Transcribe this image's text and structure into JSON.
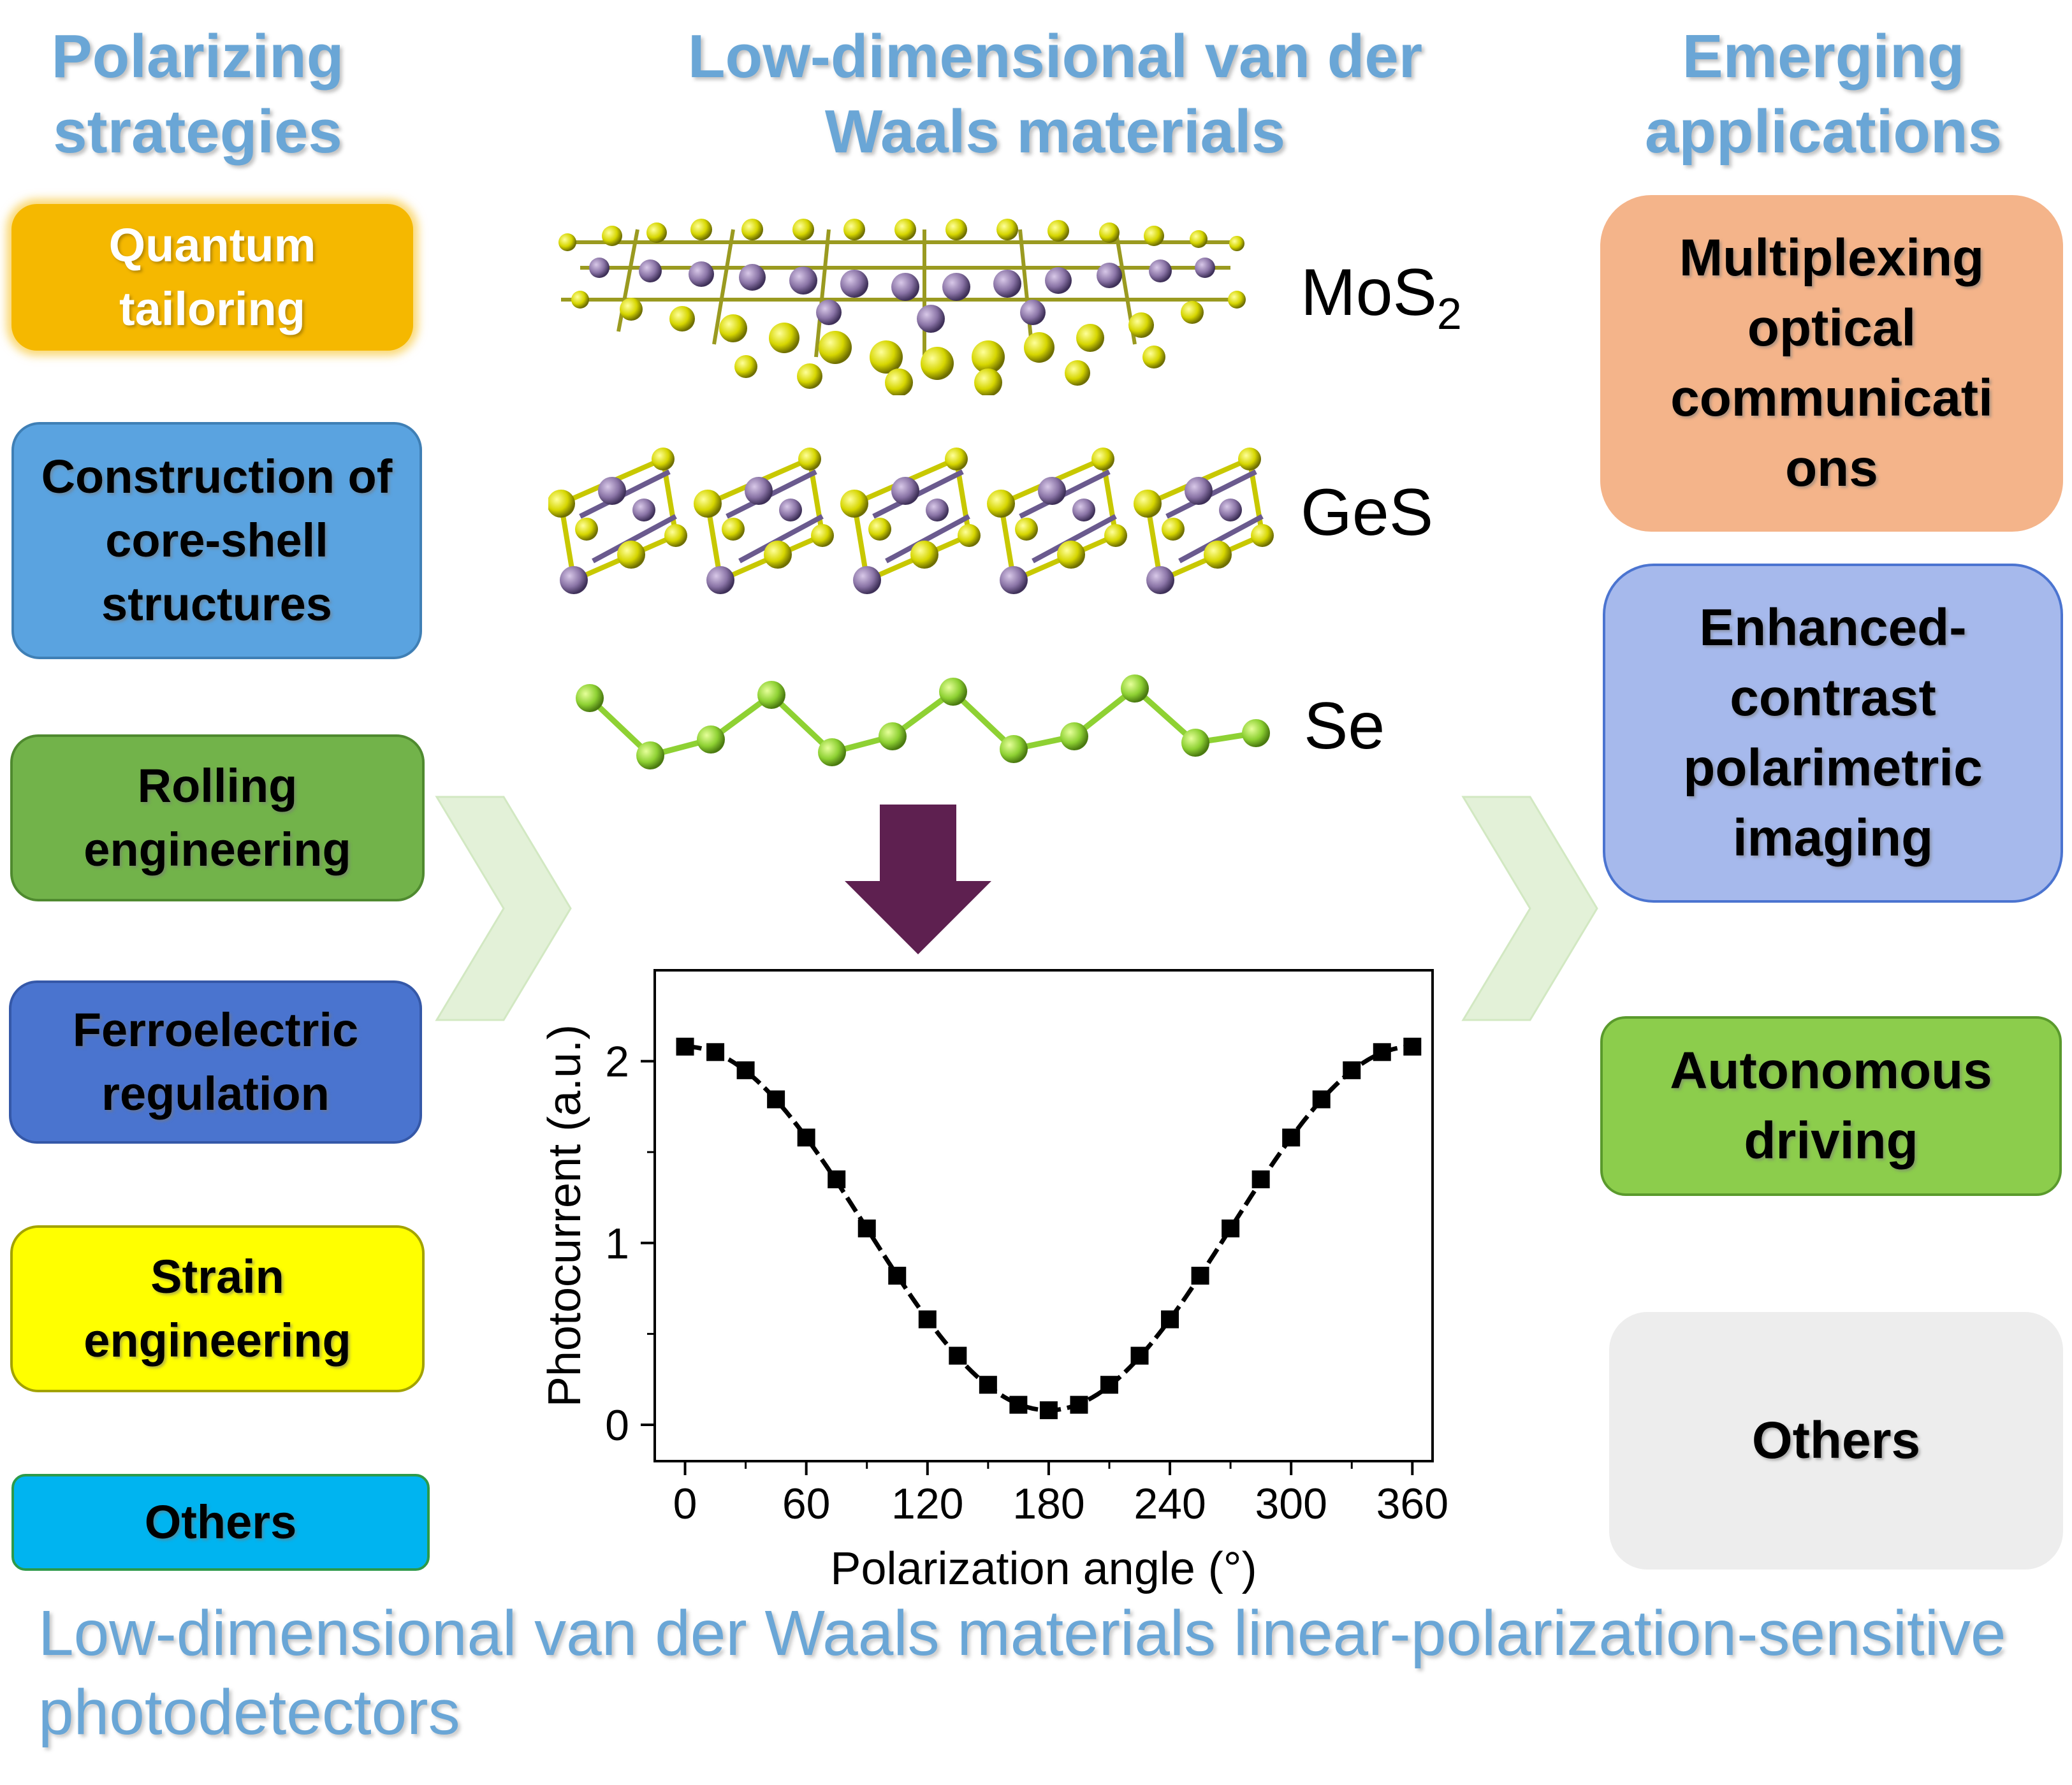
{
  "headings": {
    "left": "Polarizing strategies",
    "center": "Low-dimensional van der Waals materials",
    "right": "Emerging applications"
  },
  "strategies": [
    {
      "label": "Quantum tailoring",
      "color": "#f5b800"
    },
    {
      "label": "Construction of core-shell structures",
      "color": "#5aa3e0"
    },
    {
      "label": "Rolling engineering",
      "color": "#72b34a"
    },
    {
      "label": "Ferroelectric regulation",
      "color": "#4a74cf"
    },
    {
      "label": "Strain engineering",
      "color": "#ffff00"
    },
    {
      "label": "Others",
      "color": "#00b4f0"
    }
  ],
  "applications": [
    {
      "label": "Multiplexing optical communicati ons",
      "color": "#f4b48a"
    },
    {
      "label": "Enhanced-contrast polarimetric imaging",
      "color": "#a6b9ec"
    },
    {
      "label": "Autonomous driving",
      "color": "#8ccd4c"
    },
    {
      "label": "Others",
      "color": "#ededed"
    }
  ],
  "materials": {
    "mos2": {
      "base": "MoS",
      "sub": "2"
    },
    "ges": "GeS",
    "se": "Se"
  },
  "bottom_title": "Low-dimensional van der Waals materials linear-polarization-sensitive photodetectors",
  "colors": {
    "heading": "#6aa6d6",
    "arrow": "#5e2050",
    "chevron": "#e3f1d8",
    "sulfur": "#d6d600",
    "metal": "#7a6a9a",
    "selenium": "#8ed133"
  },
  "chart_data": {
    "type": "scatter",
    "xlabel": "Polarization angle (°)",
    "ylabel": "Photocurrent (a.u.)",
    "xlim": [
      -15,
      370
    ],
    "ylim": [
      -0.2,
      2.5
    ],
    "xticks": [
      0,
      60,
      120,
      180,
      240,
      300,
      360
    ],
    "yticks": [
      0,
      1,
      2
    ],
    "x": [
      0,
      15,
      30,
      45,
      60,
      75,
      90,
      105,
      120,
      135,
      150,
      165,
      180,
      195,
      210,
      225,
      240,
      255,
      270,
      285,
      300,
      315,
      330,
      345,
      360
    ],
    "y": [
      2.08,
      2.05,
      1.95,
      1.79,
      1.58,
      1.35,
      1.08,
      0.82,
      0.58,
      0.38,
      0.22,
      0.11,
      0.08,
      0.11,
      0.22,
      0.38,
      0.58,
      0.82,
      1.08,
      1.35,
      1.58,
      1.79,
      1.95,
      2.05,
      2.08
    ],
    "fit_line": "dashed",
    "marker": "square"
  }
}
